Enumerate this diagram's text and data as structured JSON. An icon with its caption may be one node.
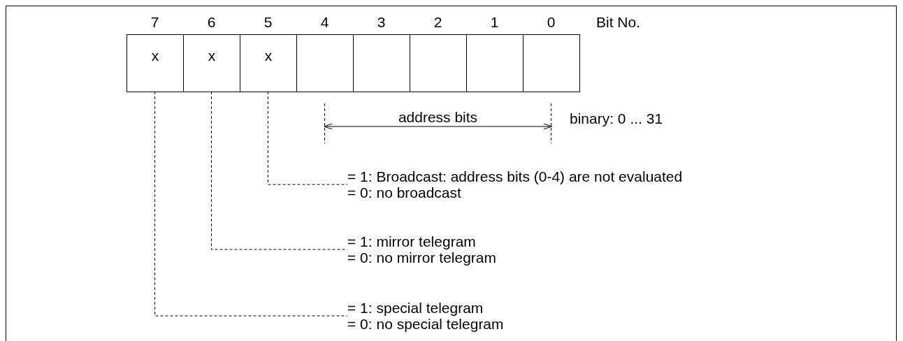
{
  "diagram": {
    "nodes": [
      {
        "text": [
          "x"
        ]
      },
      {
        "text": [
          "x"
        ]
      },
      {
        "text": [
          "x"
        ]
      },
      {
        "text": [],
        "shape": "box"
      },
      {
        "text": [],
        "shape": "box"
      },
      {
        "text": [],
        "shape": "box"
      },
      {
        "text": [],
        "shape": "box"
      },
      {
        "text": [],
        "shape": "box"
      },
      {
        "text": [
          "= 1: Broadcast: address bits (0-4) are not evaluated",
          "= 0: no broadcast"
        ]
      },
      {
        "text": [
          "= 1: mirror telegram",
          "= 0: no mirror telegram"
        ]
      },
      {
        "text": [
          "= 1: special telegram",
          "= 0: no special telegram"
        ]
      }
    ],
    "edges": [
      {
        "from": 2,
        "to": 8,
        "arrow": "none",
        "style": "dashed"
      },
      {
        "from": 1,
        "to": 9,
        "arrow": "none",
        "style": "dashed"
      },
      {
        "from": 0,
        "to": 10,
        "arrow": "none",
        "style": "dashed"
      }
    ],
    "labels": [
      "7",
      "6",
      "5",
      "4",
      "3",
      "2",
      "1",
      "0",
      "Bit No.",
      "address bits",
      "binary: 0 ... 31"
    ]
  }
}
